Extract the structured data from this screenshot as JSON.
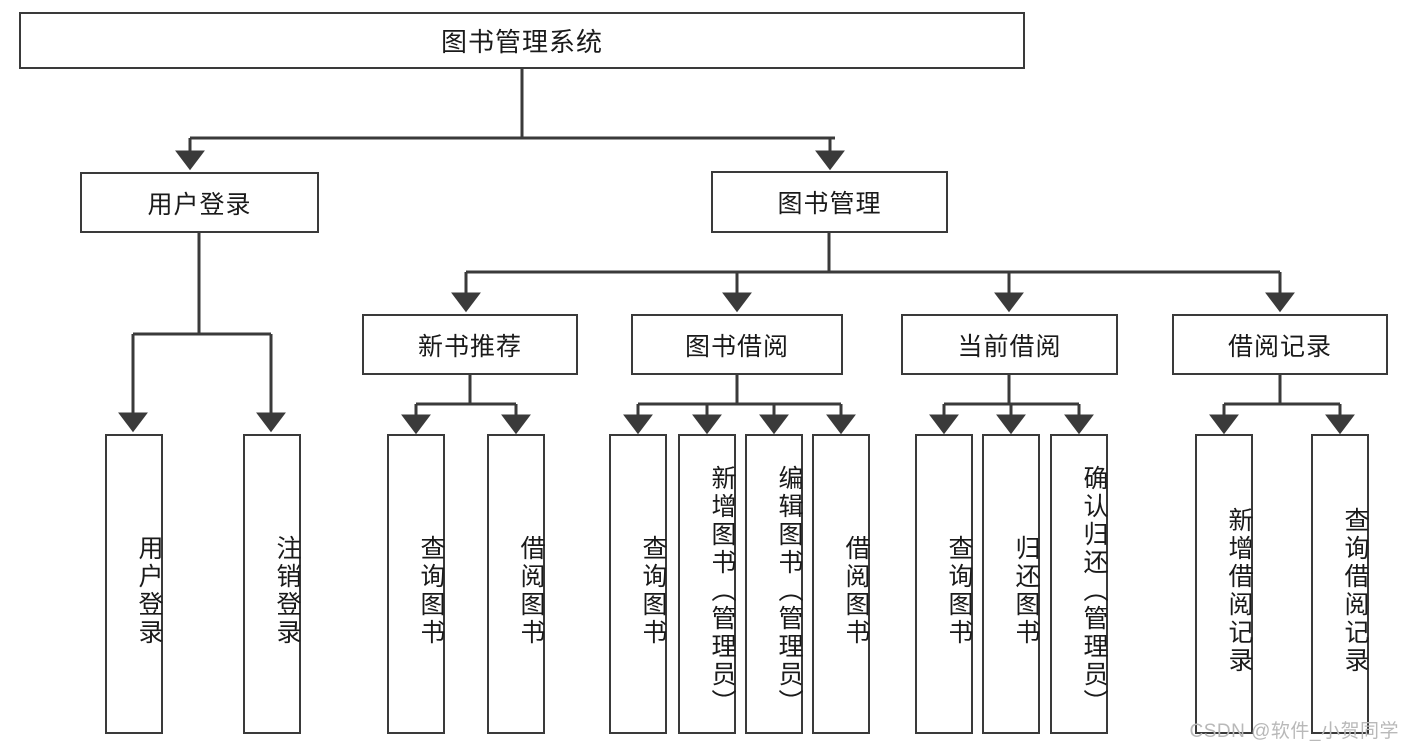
{
  "diagram": {
    "title": "图书管理系统",
    "type": "hierarchy-tree",
    "root": {
      "label": "图书管理系统"
    },
    "level2": [
      {
        "id": "user-login",
        "label": "用户登录"
      },
      {
        "id": "book-management",
        "label": "图书管理"
      }
    ],
    "level3": [
      {
        "id": "new-book-recommend",
        "label": "新书推荐",
        "parent": "book-management"
      },
      {
        "id": "book-borrow",
        "label": "图书借阅",
        "parent": "book-management"
      },
      {
        "id": "current-borrow",
        "label": "当前借阅",
        "parent": "book-management"
      },
      {
        "id": "borrow-record",
        "label": "借阅记录",
        "parent": "book-management"
      }
    ],
    "leaves": [
      {
        "id": "leaf-user-login",
        "label": "用户登录",
        "parent": "user-login"
      },
      {
        "id": "leaf-logout-login",
        "label": "注销登录",
        "parent": "user-login"
      },
      {
        "id": "leaf-query-book-1",
        "label": "查询图书",
        "parent": "new-book-recommend"
      },
      {
        "id": "leaf-borrow-book-1",
        "label": "借阅图书",
        "parent": "new-book-recommend"
      },
      {
        "id": "leaf-query-book-2",
        "label": "查询图书",
        "parent": "book-borrow"
      },
      {
        "id": "leaf-add-book",
        "label": "新增图书（管理员）",
        "parent": "book-borrow"
      },
      {
        "id": "leaf-edit-book",
        "label": "编辑图书（管理员）",
        "parent": "book-borrow"
      },
      {
        "id": "leaf-borrow-book-2",
        "label": "借阅图书",
        "parent": "book-borrow"
      },
      {
        "id": "leaf-query-book-3",
        "label": "查询图书",
        "parent": "current-borrow"
      },
      {
        "id": "leaf-return-book",
        "label": "归还图书",
        "parent": "current-borrow"
      },
      {
        "id": "leaf-confirm-return",
        "label": "确认归还（管理员）",
        "parent": "current-borrow"
      },
      {
        "id": "leaf-add-record",
        "label": "新增借阅记录",
        "parent": "borrow-record"
      },
      {
        "id": "leaf-query-record",
        "label": "查询借阅记录",
        "parent": "borrow-record"
      }
    ],
    "colors": {
      "stroke": "#3a3a3a",
      "fill": "#ffffff",
      "text": "#1a1a1a",
      "watermark": "#b9b9b9"
    }
  },
  "watermark": {
    "text": "CSDN @软件_小贺同学"
  }
}
